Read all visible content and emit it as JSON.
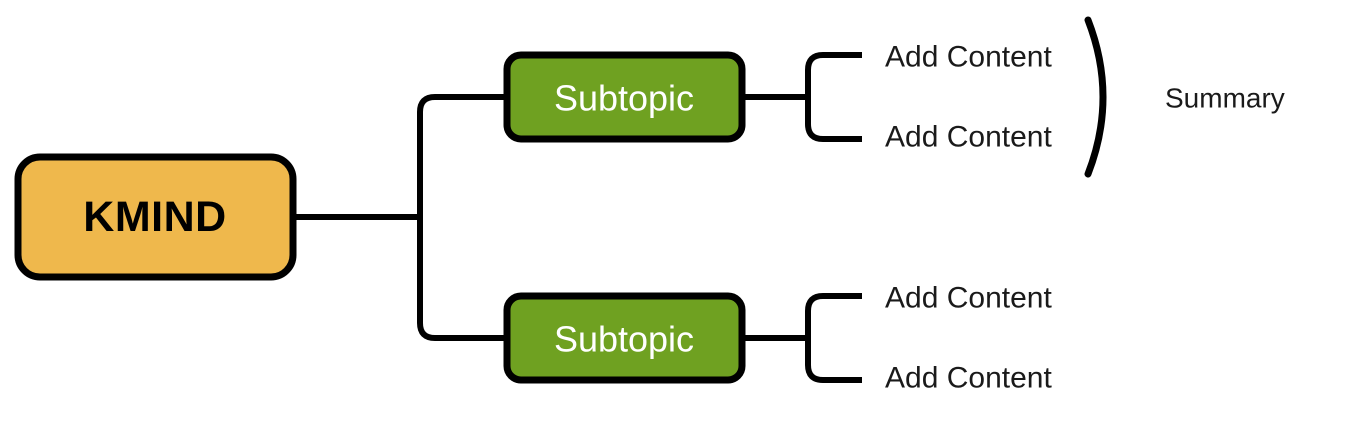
{
  "diagram": {
    "type": "mind-map",
    "background_color": "#FFFFFF",
    "stroke_color": "#000000"
  },
  "central_node": {
    "label": "KMIND",
    "fill_color": "#EFB84C",
    "border_color": "#000000",
    "text_color": "#000000"
  },
  "branches": [
    {
      "label": "Subtopic",
      "fill_color": "#6FA121",
      "border_color": "#000000",
      "text_color": "#FFFFFF",
      "leaves": [
        {
          "label": "Add Content"
        },
        {
          "label": "Add Content"
        }
      ],
      "annotation": {
        "label": "Summary",
        "text_color": "#000000"
      }
    },
    {
      "label": "Subtopic",
      "fill_color": "#6FA121",
      "border_color": "#000000",
      "text_color": "#FFFFFF",
      "leaves": [
        {
          "label": "Add Content"
        },
        {
          "label": "Add Content"
        }
      ],
      "annotation": null
    }
  ]
}
